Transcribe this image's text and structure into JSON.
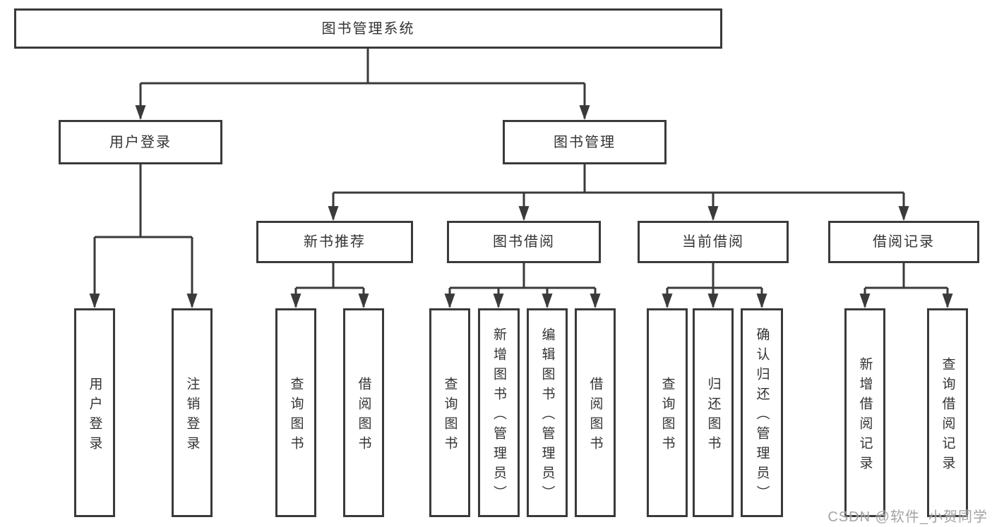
{
  "tree": {
    "root": "图书管理系统",
    "login": {
      "label": "用户登录",
      "leaves": [
        "用户登录",
        "注销登录"
      ]
    },
    "manage": {
      "label": "图书管理",
      "groups": [
        {
          "label": "新书推荐",
          "leaves": [
            "查询图书",
            "借阅图书"
          ]
        },
        {
          "label": "图书借阅",
          "leaves": [
            "查询图书",
            "新增图书（管理员）",
            "编辑图书（管理员）",
            "借阅图书"
          ]
        },
        {
          "label": "当前借阅",
          "leaves": [
            "查询图书",
            "归还图书",
            "确认归还（管理员）"
          ]
        },
        {
          "label": "借阅记录",
          "leaves": [
            "新增借阅记录",
            "查询借阅记录"
          ]
        }
      ]
    }
  },
  "watermark": "CSDN @软件_小贺同学",
  "colors": {
    "line": "#3a3a3a",
    "text": "#333333",
    "background": "#ffffff",
    "watermark": "#9b9b9b"
  }
}
